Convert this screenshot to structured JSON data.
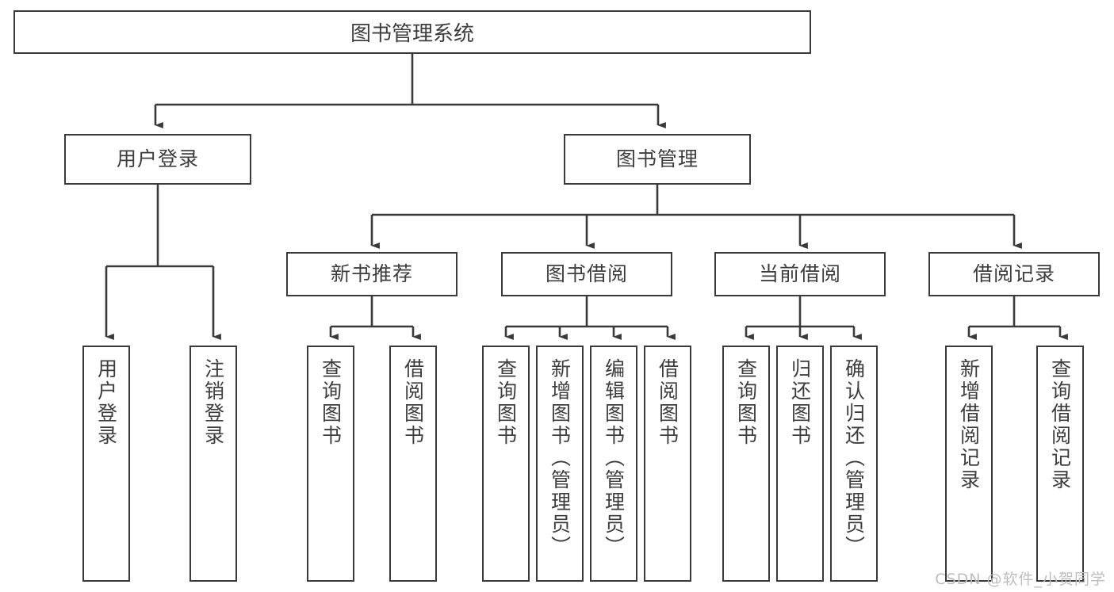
{
  "diagram": {
    "type": "tree",
    "title": "图书管理系统",
    "root": {
      "id": "root",
      "label": "图书管理系统"
    },
    "level2": [
      {
        "id": "user-login",
        "label": "用户登录"
      },
      {
        "id": "book-manage",
        "label": "图书管理"
      }
    ],
    "level3": [
      {
        "id": "new-book-rec",
        "label": "新书推荐"
      },
      {
        "id": "book-borrow",
        "label": "图书借阅"
      },
      {
        "id": "current-borrow",
        "label": "当前借阅"
      },
      {
        "id": "borrow-record",
        "label": "借阅记录"
      }
    ],
    "leaves": {
      "user_login": [
        {
          "id": "leaf-user-login",
          "label": "用户登录"
        },
        {
          "id": "leaf-logout-login",
          "label": "注销登录"
        }
      ],
      "new_book_rec": [
        {
          "id": "leaf-query-book-1",
          "label": "查询图书"
        },
        {
          "id": "leaf-borrow-book-1",
          "label": "借阅图书"
        }
      ],
      "book_borrow": [
        {
          "id": "leaf-query-book-2",
          "label": "查询图书"
        },
        {
          "id": "leaf-add-book",
          "label": "新增图书（管理员）"
        },
        {
          "id": "leaf-edit-book",
          "label": "编辑图书（管理员）"
        },
        {
          "id": "leaf-borrow-book-2",
          "label": "借阅图书"
        }
      ],
      "current_borrow": [
        {
          "id": "leaf-query-book-3",
          "label": "查询图书"
        },
        {
          "id": "leaf-return-book",
          "label": "归还图书"
        },
        {
          "id": "leaf-confirm-return",
          "label": "确认归还（管理员）"
        }
      ],
      "borrow_record": [
        {
          "id": "leaf-add-record",
          "label": "新增借阅记录"
        },
        {
          "id": "leaf-query-record",
          "label": "查询借阅记录"
        }
      ]
    }
  },
  "watermark": {
    "text": "CSDN @软件_小贺同学"
  },
  "colors": {
    "stroke": "#3a3a3a",
    "text": "#3d3d3d",
    "background": "#ffffff",
    "watermark": "#bdbdbd"
  }
}
